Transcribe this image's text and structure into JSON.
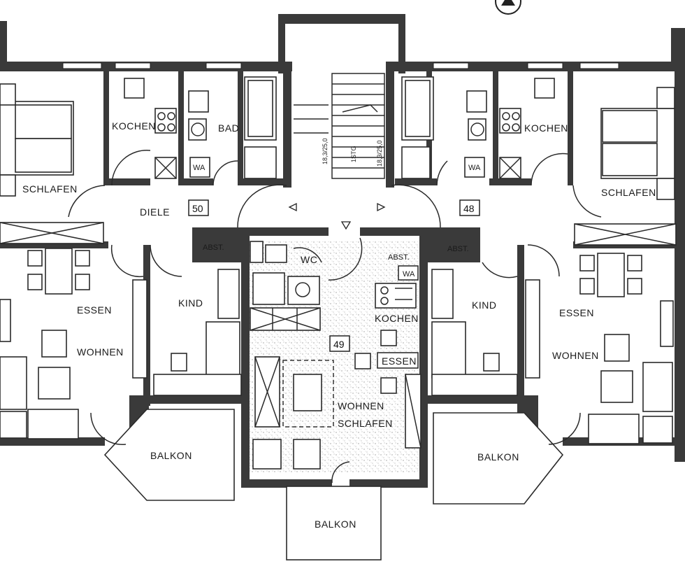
{
  "rooms": {
    "schlafen_left": "SCHLAFEN",
    "kochen_left": "KOCHEN",
    "bad": "BAD",
    "wa_left": "WA",
    "diele": "DIELE",
    "unit_left": "50",
    "abst_left": "ABST.",
    "essen_left": "ESSEN",
    "wohnen_left": "WOHNEN",
    "kind_left": "KIND",
    "balkon_left": "BALKON",
    "wc_mid": "WC",
    "abst_mid": "ABST.",
    "wa_mid": "WA",
    "kochen_mid": "KOCHEN",
    "unit_mid": "49",
    "essen_mid": "ESSEN",
    "wohnen_schlafen_1": "WOHNEN",
    "wohnen_schlafen_2": "SCHLAFEN",
    "balkon_mid": "BALKON",
    "kochen_right": "KOCHEN",
    "wa_right": "WA",
    "schlafen_right": "SCHLAFEN",
    "unit_right": "48",
    "abst_right": "ABST.",
    "kind_right": "KIND",
    "essen_right": "ESSEN",
    "wohnen_right": "WOHNEN",
    "balkon_right": "BALKON"
  },
  "stairs": {
    "label_a": "18,3/25,0",
    "label_b": "1STG",
    "label_c": "18,3/25,0"
  }
}
